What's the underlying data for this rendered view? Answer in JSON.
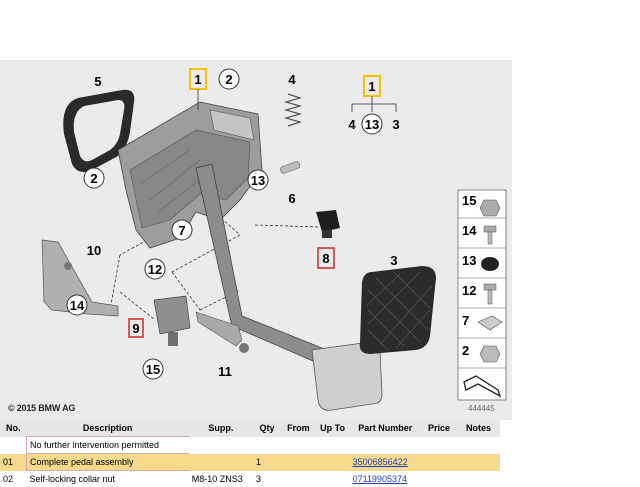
{
  "diagram": {
    "callouts": [
      "1",
      "2",
      "4",
      "5",
      "1",
      "4",
      "13",
      "3",
      "2",
      "13",
      "6",
      "7",
      "10",
      "8",
      "3",
      "12",
      "14",
      "9",
      "15",
      "11"
    ],
    "sidebar_labels": [
      "15",
      "14",
      "13",
      "12",
      "7",
      "2"
    ],
    "copyright": "© 2015 BMW AG",
    "diagram_number": "444445"
  },
  "table": {
    "headers": {
      "no": "No.",
      "description": "Description",
      "supp": "Supp.",
      "qty": "Qty",
      "from": "From",
      "upto": "Up To",
      "part_number": "Part Number",
      "price": "Price",
      "notes": "Notes"
    },
    "rows": [
      {
        "no": "",
        "description": "No further intervention permitted",
        "supp": "",
        "qty": "",
        "from": "",
        "upto": "",
        "part_number": "",
        "price": "",
        "notes": ""
      },
      {
        "no": "01",
        "description": "Complete pedal assembly",
        "supp": "",
        "qty": "1",
        "from": "",
        "upto": "",
        "part_number": "35006856422",
        "price": "",
        "notes": ""
      },
      {
        "no": "02",
        "description": "Self-locking collar nut",
        "supp": "M8-10 ZNS3",
        "qty": "3",
        "from": "",
        "upto": "",
        "part_number": "07119905374",
        "price": "",
        "notes": ""
      }
    ]
  },
  "colors": {
    "highlight_row": "#f6d98a",
    "yellow_box": "#f2c200",
    "red_box": "#d42424",
    "link": "#1a3fc4"
  }
}
